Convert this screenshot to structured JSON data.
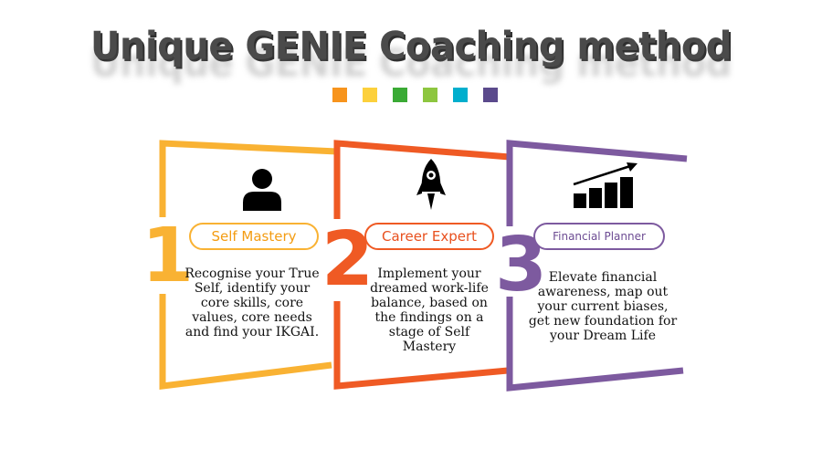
{
  "title": "Unique GENIE Coaching method",
  "palette": [
    "#f7941d",
    "#fcd03c",
    "#3aaa35",
    "#8dc63f",
    "#00aecd",
    "#5b4a8c"
  ],
  "steps": [
    {
      "number": "1",
      "label": "Self Mastery",
      "icon": "person-icon",
      "color": "#f9b233",
      "description": "Recognise your True Self, identify your core skills, core values, core needs and find your IKGAI."
    },
    {
      "number": "2",
      "label": "Career Expert",
      "icon": "rocket-icon",
      "color": "#ef5a24",
      "description": "Implement your dreamed work-life balance, based on the findings on a stage of Self Mastery"
    },
    {
      "number": "3",
      "label": "Financial Planner",
      "icon": "growth-chart-icon",
      "color": "#7d5a9f",
      "description": "Elevate financial awareness, map out your current biases, get new foundation for your Dream Life"
    }
  ]
}
